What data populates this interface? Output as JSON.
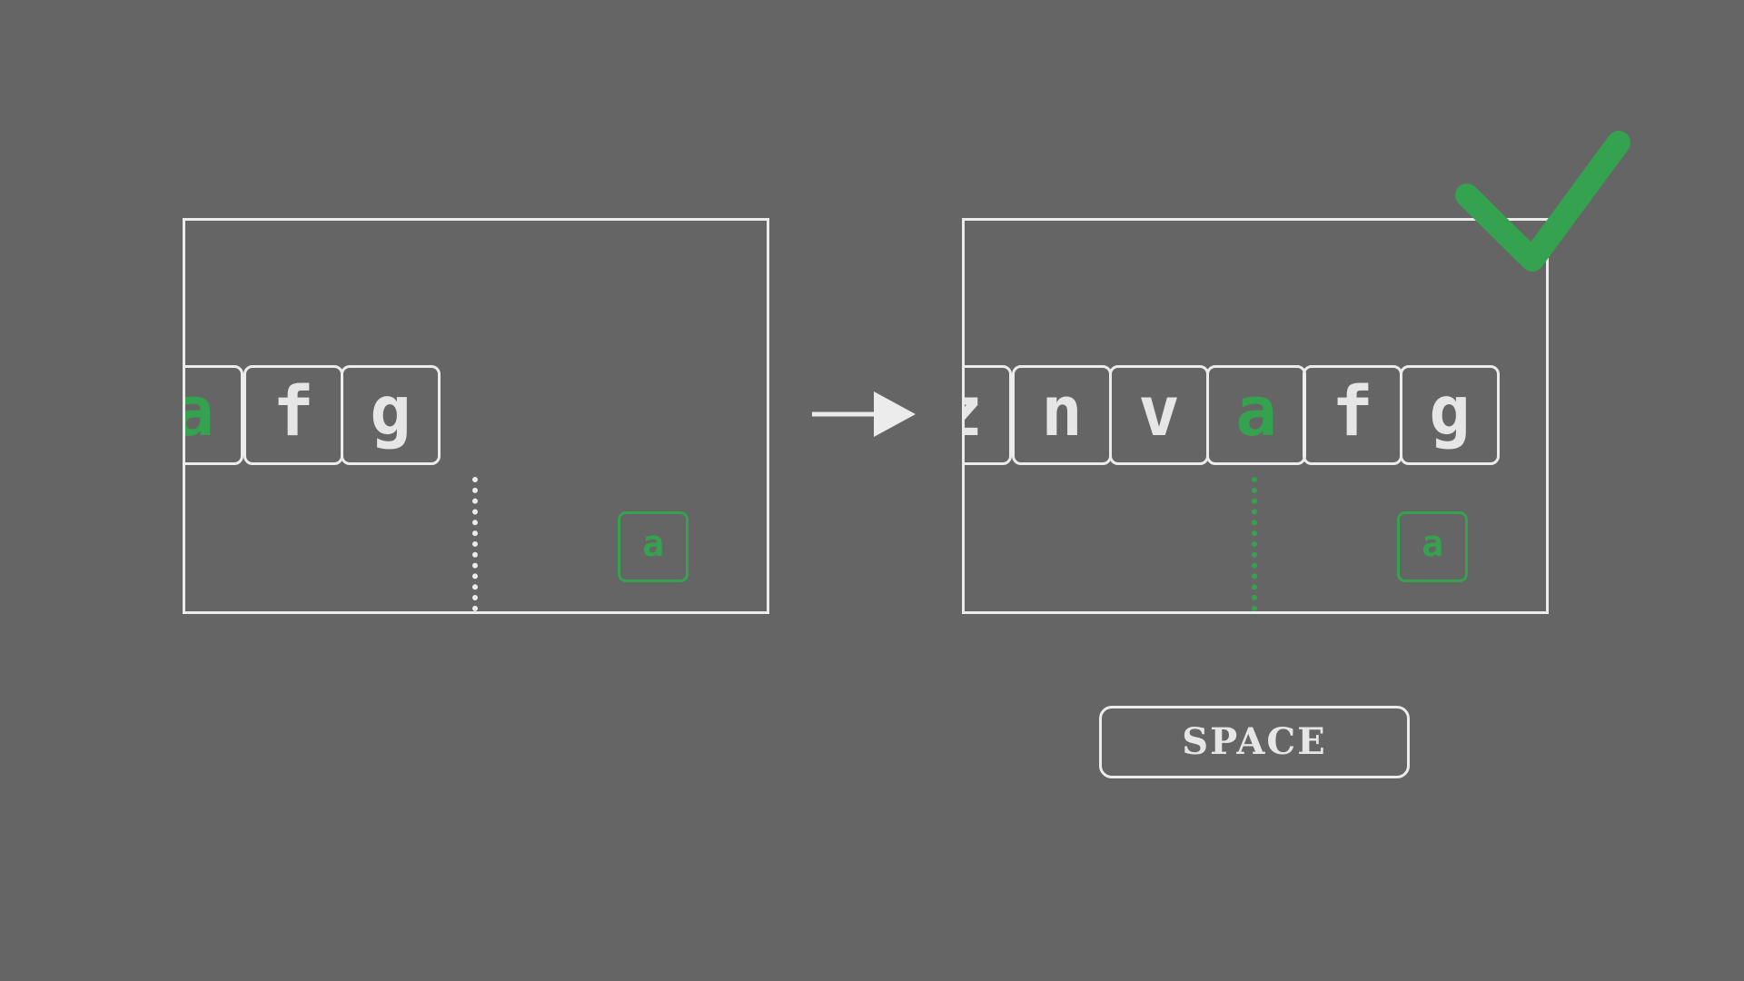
{
  "colors": {
    "background": "#656565",
    "foreground": "#ececec",
    "highlight": "#34a24f"
  },
  "before_panel": {
    "tiles": [
      {
        "letter": "a",
        "highlighted": true
      },
      {
        "letter": "f",
        "highlighted": false
      },
      {
        "letter": "g",
        "highlighted": false
      }
    ],
    "target_letter": "a",
    "marker_state": "neutral"
  },
  "arrow_icon": "right-arrow-icon",
  "after_panel": {
    "tiles": [
      {
        "letter": "z",
        "highlighted": false
      },
      {
        "letter": "n",
        "highlighted": false
      },
      {
        "letter": "v",
        "highlighted": false
      },
      {
        "letter": "a",
        "highlighted": true
      },
      {
        "letter": "f",
        "highlighted": false
      },
      {
        "letter": "g",
        "highlighted": false
      }
    ],
    "target_letter": "a",
    "marker_state": "hit"
  },
  "check_icon": "checkmark-icon",
  "key": {
    "label": "SPACE"
  }
}
